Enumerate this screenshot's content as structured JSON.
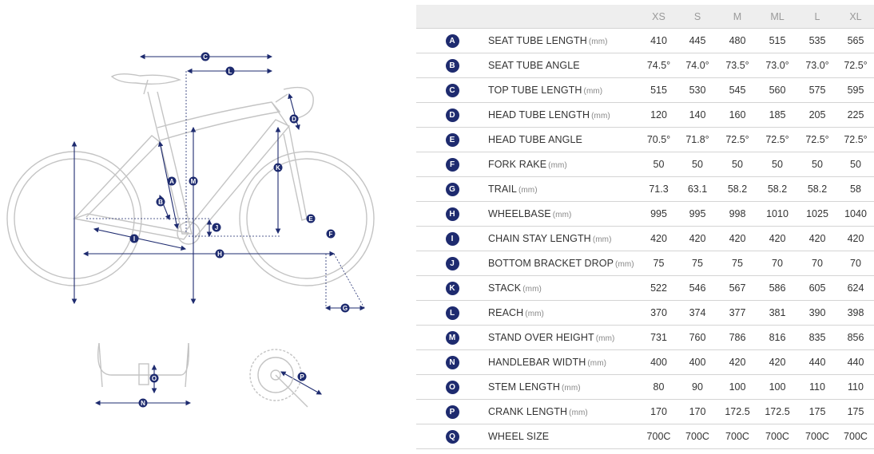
{
  "colors": {
    "accent": "#1e2b6f",
    "frame_line": "#bdbdbd",
    "header_bg": "#eeeeee"
  },
  "diagram": {
    "markers": [
      "A",
      "B",
      "C",
      "D",
      "E",
      "F",
      "G",
      "H",
      "I",
      "J",
      "K",
      "L",
      "M",
      "N",
      "O",
      "P"
    ]
  },
  "table": {
    "sizes": [
      "XS",
      "S",
      "M",
      "ML",
      "L",
      "XL"
    ],
    "rows": [
      {
        "key": "A",
        "label": "SEAT TUBE LENGTH",
        "unit": "(mm)",
        "values": [
          "410",
          "445",
          "480",
          "515",
          "535",
          "565"
        ]
      },
      {
        "key": "B",
        "label": "SEAT TUBE ANGLE",
        "unit": "",
        "values": [
          "74.5°",
          "74.0°",
          "73.5°",
          "73.0°",
          "73.0°",
          "72.5°"
        ]
      },
      {
        "key": "C",
        "label": "TOP TUBE LENGTH",
        "unit": "(mm)",
        "values": [
          "515",
          "530",
          "545",
          "560",
          "575",
          "595"
        ]
      },
      {
        "key": "D",
        "label": "HEAD TUBE LENGTH",
        "unit": "(mm)",
        "values": [
          "120",
          "140",
          "160",
          "185",
          "205",
          "225"
        ]
      },
      {
        "key": "E",
        "label": "HEAD TUBE ANGLE",
        "unit": "",
        "values": [
          "70.5°",
          "71.8°",
          "72.5°",
          "72.5°",
          "72.5°",
          "72.5°"
        ]
      },
      {
        "key": "F",
        "label": "FORK RAKE",
        "unit": "(mm)",
        "values": [
          "50",
          "50",
          "50",
          "50",
          "50",
          "50"
        ]
      },
      {
        "key": "G",
        "label": "TRAIL",
        "unit": "(mm)",
        "values": [
          "71.3",
          "63.1",
          "58.2",
          "58.2",
          "58.2",
          "58"
        ]
      },
      {
        "key": "H",
        "label": "WHEELBASE",
        "unit": "(mm)",
        "values": [
          "995",
          "995",
          "998",
          "1010",
          "1025",
          "1040"
        ]
      },
      {
        "key": "I",
        "label": "CHAIN STAY LENGTH",
        "unit": "(mm)",
        "values": [
          "420",
          "420",
          "420",
          "420",
          "420",
          "420"
        ]
      },
      {
        "key": "J",
        "label": "BOTTOM BRACKET DROP",
        "unit": "(mm)",
        "values": [
          "75",
          "75",
          "75",
          "70",
          "70",
          "70"
        ]
      },
      {
        "key": "K",
        "label": "STACK",
        "unit": "(mm)",
        "values": [
          "522",
          "546",
          "567",
          "586",
          "605",
          "624"
        ]
      },
      {
        "key": "L",
        "label": "REACH",
        "unit": "(mm)",
        "values": [
          "370",
          "374",
          "377",
          "381",
          "390",
          "398"
        ]
      },
      {
        "key": "M",
        "label": "STAND OVER HEIGHT",
        "unit": "(mm)",
        "values": [
          "731",
          "760",
          "786",
          "816",
          "835",
          "856"
        ]
      },
      {
        "key": "N",
        "label": "HANDLEBAR WIDTH",
        "unit": "(mm)",
        "values": [
          "400",
          "400",
          "420",
          "420",
          "440",
          "440"
        ]
      },
      {
        "key": "O",
        "label": "STEM LENGTH",
        "unit": "(mm)",
        "values": [
          "80",
          "90",
          "100",
          "100",
          "110",
          "110"
        ]
      },
      {
        "key": "P",
        "label": "CRANK LENGTH",
        "unit": "(mm)",
        "values": [
          "170",
          "170",
          "172.5",
          "172.5",
          "175",
          "175"
        ]
      },
      {
        "key": "Q",
        "label": "WHEEL SIZE",
        "unit": "",
        "values": [
          "700C",
          "700C",
          "700C",
          "700C",
          "700C",
          "700C"
        ]
      }
    ]
  }
}
